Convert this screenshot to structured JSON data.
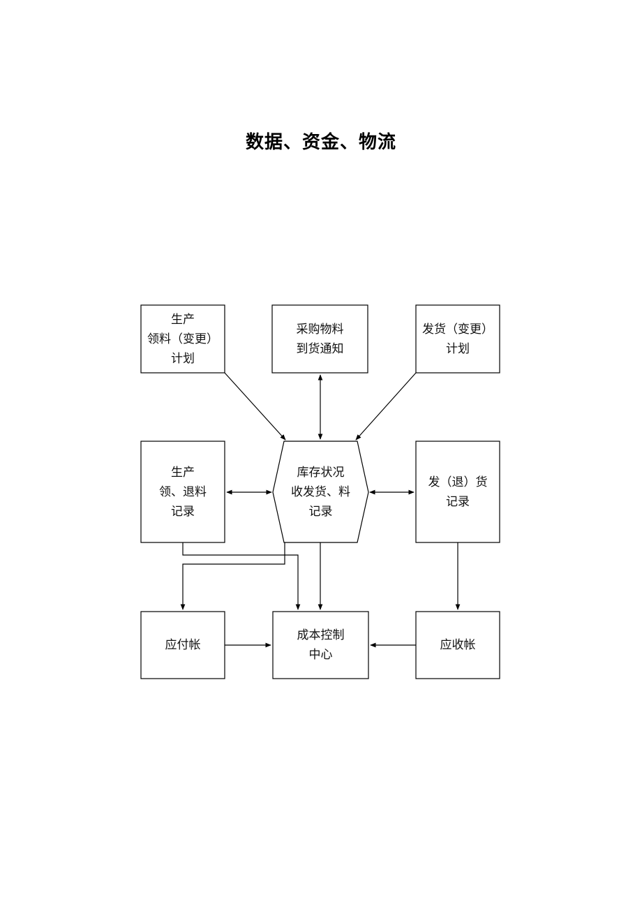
{
  "title": "数据、资金、物流",
  "nodes": {
    "production_plan": {
      "lines": [
        "生产",
        "领料（变更）",
        "计划"
      ]
    },
    "purchase_notice": {
      "lines": [
        "采购物料",
        "到货通知"
      ]
    },
    "shipping_plan": {
      "lines": [
        "发货（变更）",
        "计划"
      ]
    },
    "production_record": {
      "lines": [
        "生产",
        "领、退料",
        "记录"
      ]
    },
    "inventory_status": {
      "lines": [
        "库存状况",
        "收发货、料",
        "记录"
      ]
    },
    "shipping_record": {
      "lines": [
        "发（退）货",
        "记录"
      ]
    },
    "accounts_payable": {
      "lines": [
        "应付帐"
      ]
    },
    "cost_control_center": {
      "lines": [
        "成本控制",
        "中心"
      ]
    },
    "accounts_receivable": {
      "lines": [
        "应收帐"
      ]
    }
  },
  "colors": {
    "line": "#000000",
    "text": "#111111",
    "background": "#ffffff"
  }
}
